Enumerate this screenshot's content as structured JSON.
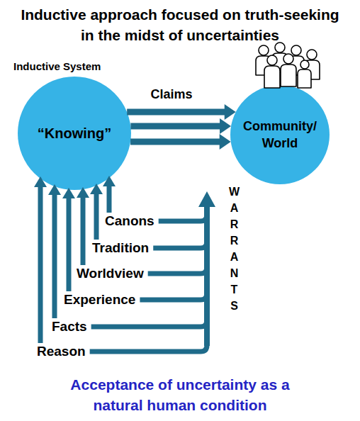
{
  "diagram": {
    "title": "Inductive approach focused on truth-seeking in the midst of uncertainties",
    "caption": "Acceptance of uncertainty as a natural human condition",
    "nodes": [
      {
        "text": [
          "Inductive System",
          "“Knowing”"
        ]
      },
      {
        "text": [
          "Community/ World"
        ]
      }
    ],
    "edges": [
      {
        "from": 0,
        "to": 1,
        "arrow": "to",
        "label": "Claims"
      },
      {
        "from": 0,
        "to": 1,
        "arrow": "to"
      },
      {
        "from": 0,
        "to": 1,
        "arrow": "to"
      }
    ],
    "labels": [
      "Canons",
      "Tradition",
      "Worldview",
      "Experience",
      "Facts",
      "Reason",
      "WARRANTS"
    ]
  }
}
